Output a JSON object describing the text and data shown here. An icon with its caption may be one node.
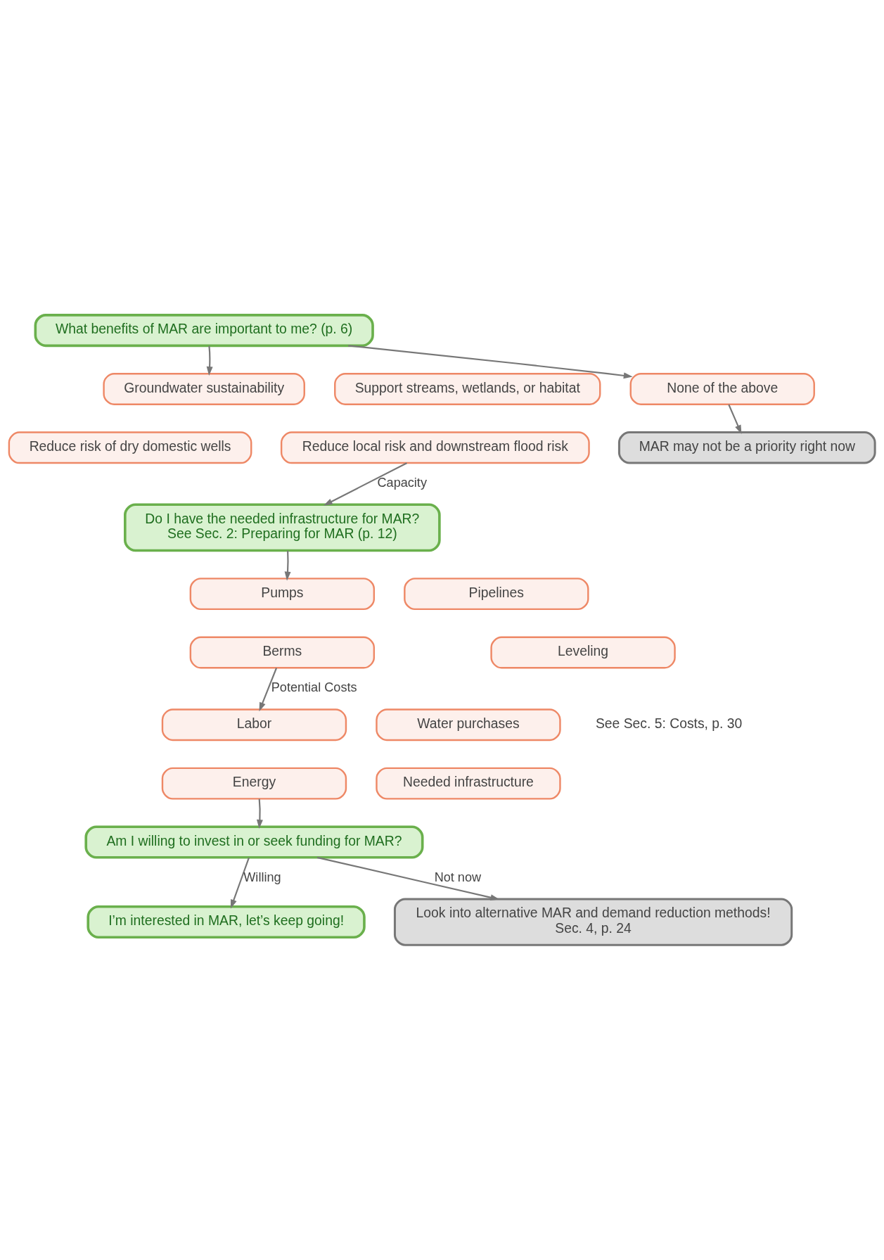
{
  "diagram": {
    "nodes": [
      {
        "text": [
          "What benefits of MAR are important to me? (p. 6)"
        ]
      },
      {
        "text": [
          "Groundwater sustainability"
        ]
      },
      {
        "text": [
          "Support streams, wetlands, or habitat"
        ]
      },
      {
        "text": [
          "None of the above"
        ]
      },
      {
        "text": [
          "Reduce risk of dry domestic wells"
        ]
      },
      {
        "text": [
          "Reduce local risk and downstream flood risk"
        ]
      },
      {
        "text": [
          "MAR may not be a priority right now"
        ]
      },
      {
        "text": [
          "Do I have the needed infrastructure for MAR?",
          "See Sec. 2: Preparing for MAR (p. 12)"
        ]
      },
      {
        "text": [
          "Pumps"
        ]
      },
      {
        "text": [
          "Pipelines"
        ]
      },
      {
        "text": [
          "Berms"
        ]
      },
      {
        "text": [
          "Leveling"
        ]
      },
      {
        "text": [
          "Labor"
        ]
      },
      {
        "text": [
          "Water purchases"
        ]
      },
      {
        "text": [
          "Energy"
        ]
      },
      {
        "text": [
          "Needed infrastructure"
        ]
      },
      {
        "text": [
          "Am I willing to invest in or seek funding for MAR?"
        ]
      },
      {
        "text": [
          "I’m interested in MAR, let’s keep going!"
        ]
      },
      {
        "text": [
          "Look into alternative MAR and demand reduction methods!",
          "Sec. 4, p. 24"
        ]
      }
    ],
    "edges": [
      {
        "from": 0,
        "to": 1,
        "arrow": "to"
      },
      {
        "from": 0,
        "to": 3,
        "arrow": "to"
      },
      {
        "from": 3,
        "to": 6,
        "arrow": "to"
      },
      {
        "from": 5,
        "to": 7,
        "label": "Capacity",
        "arrow": "to"
      },
      {
        "from": 7,
        "to": 8,
        "arrow": "to"
      },
      {
        "from": 10,
        "to": 12,
        "label": "Potential Costs",
        "arrow": "to"
      },
      {
        "from": 14,
        "to": 16,
        "arrow": "to"
      },
      {
        "from": 16,
        "to": 17,
        "label": "Willing",
        "arrow": "to"
      },
      {
        "from": 16,
        "to": 18,
        "label": "Not now",
        "arrow": "to"
      }
    ],
    "labels": [
      "See Sec. 5: Costs, p. 30"
    ]
  }
}
